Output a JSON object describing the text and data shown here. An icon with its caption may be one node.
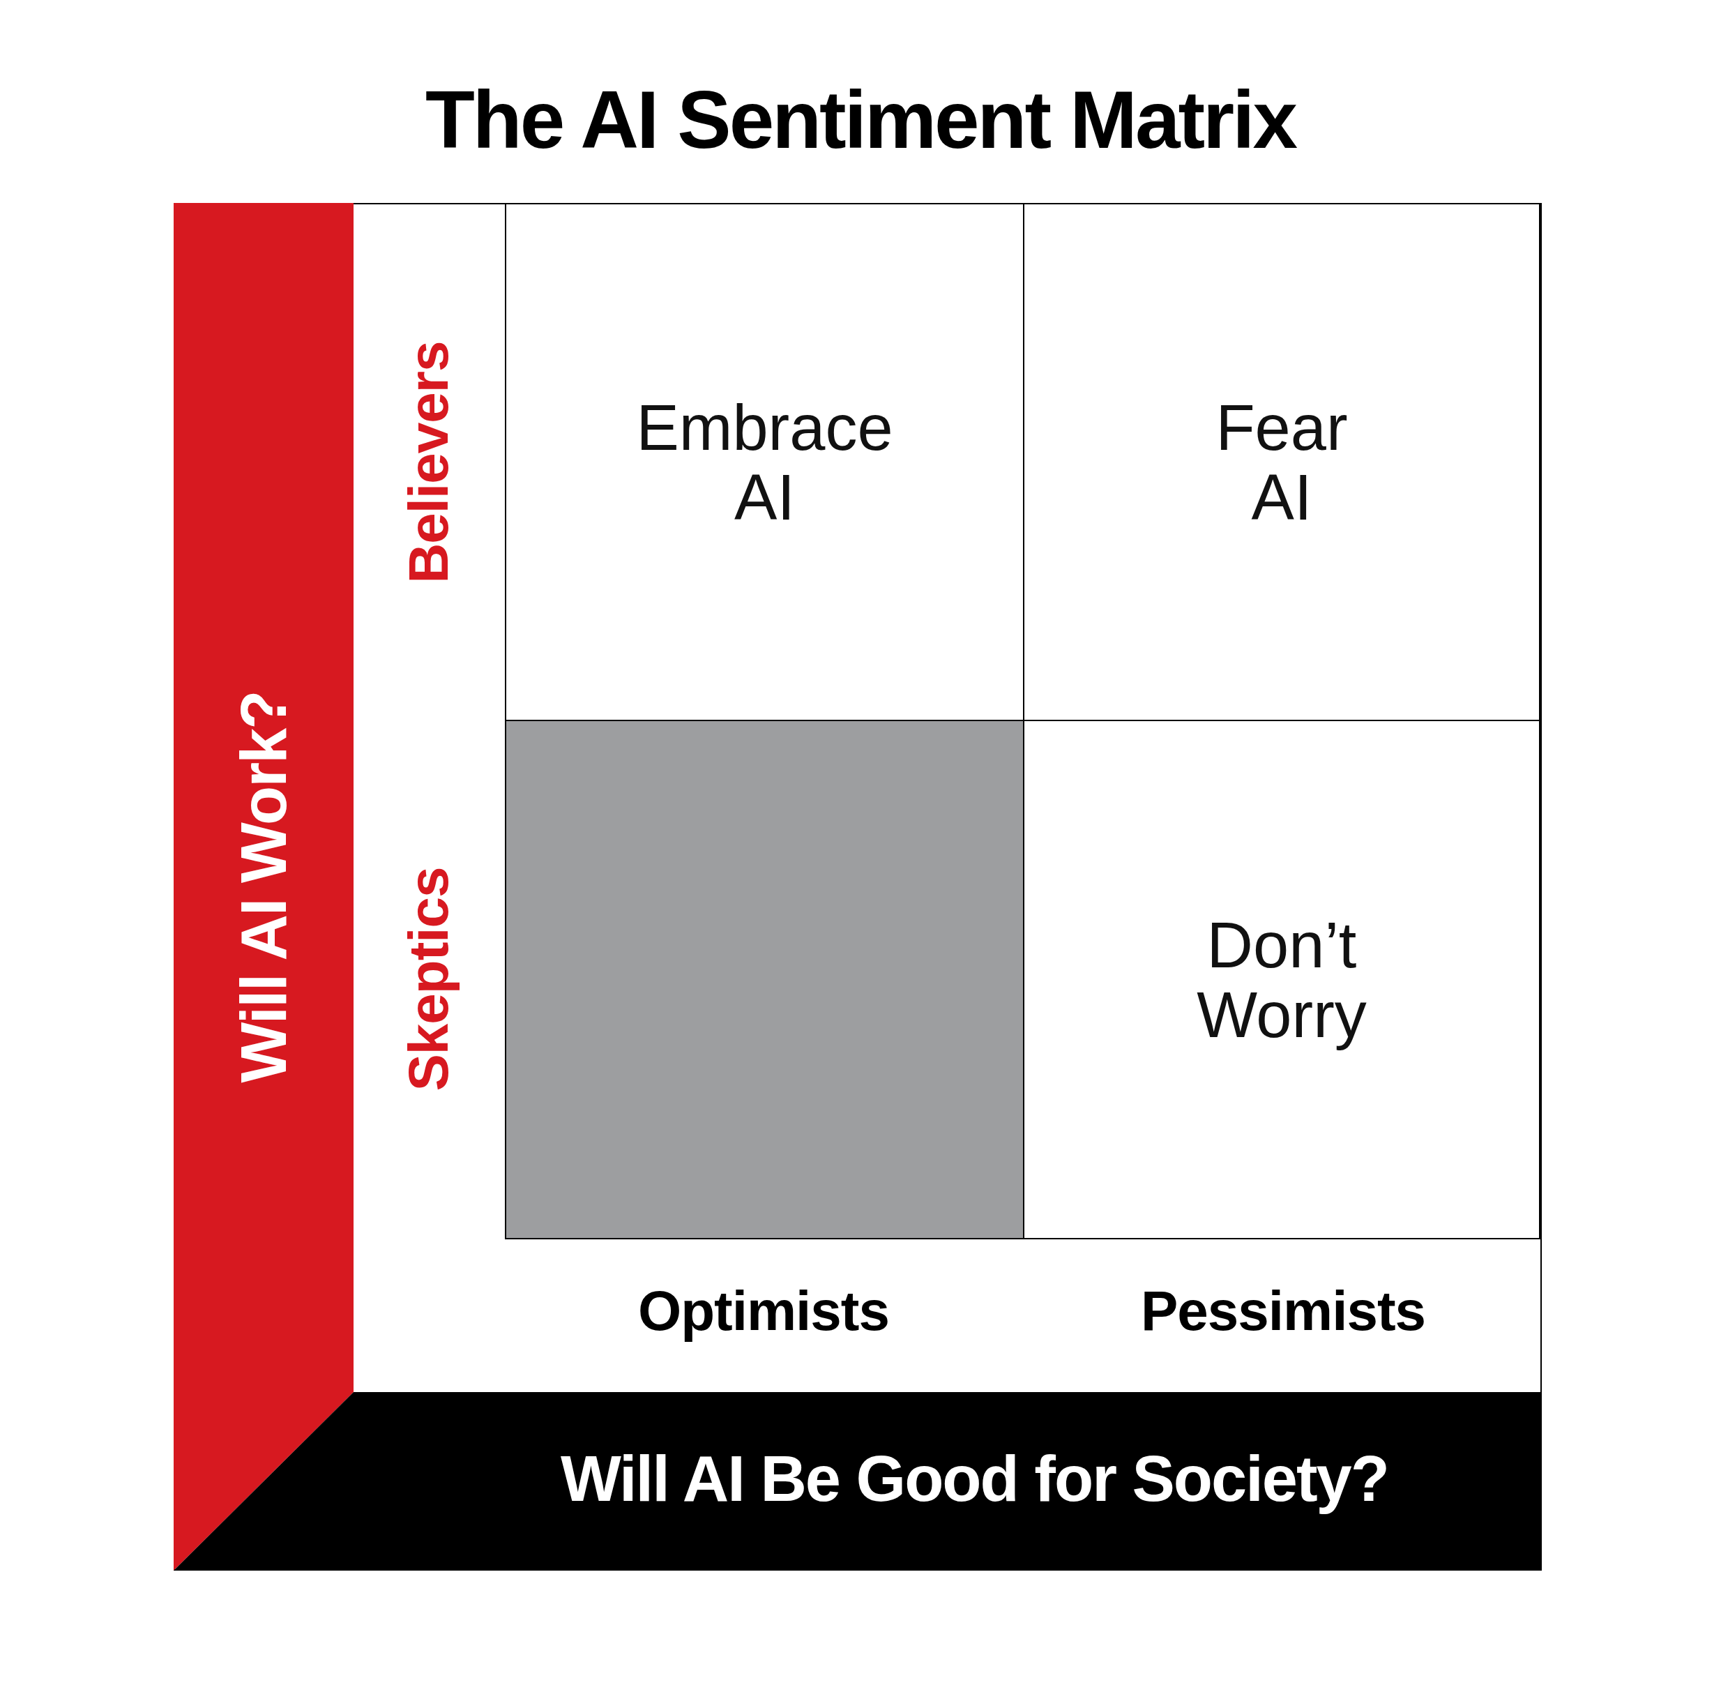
{
  "diagram": {
    "title": "The AI Sentiment Matrix",
    "nodes": [
      {
        "text": [
          "Will AI Work?"
        ]
      },
      {
        "text": [
          "Embrace AI"
        ]
      },
      {
        "text": [
          "Fear AI"
        ]
      },
      {
        "text": [],
        "shape": "box"
      },
      {
        "text": [
          "Don’t Worry"
        ]
      },
      {
        "text": [
          "Will AI Be Good for Society?"
        ]
      }
    ],
    "labels": [
      "Believers",
      "Skeptics",
      "Optimists",
      "Pessimists"
    ]
  }
}
